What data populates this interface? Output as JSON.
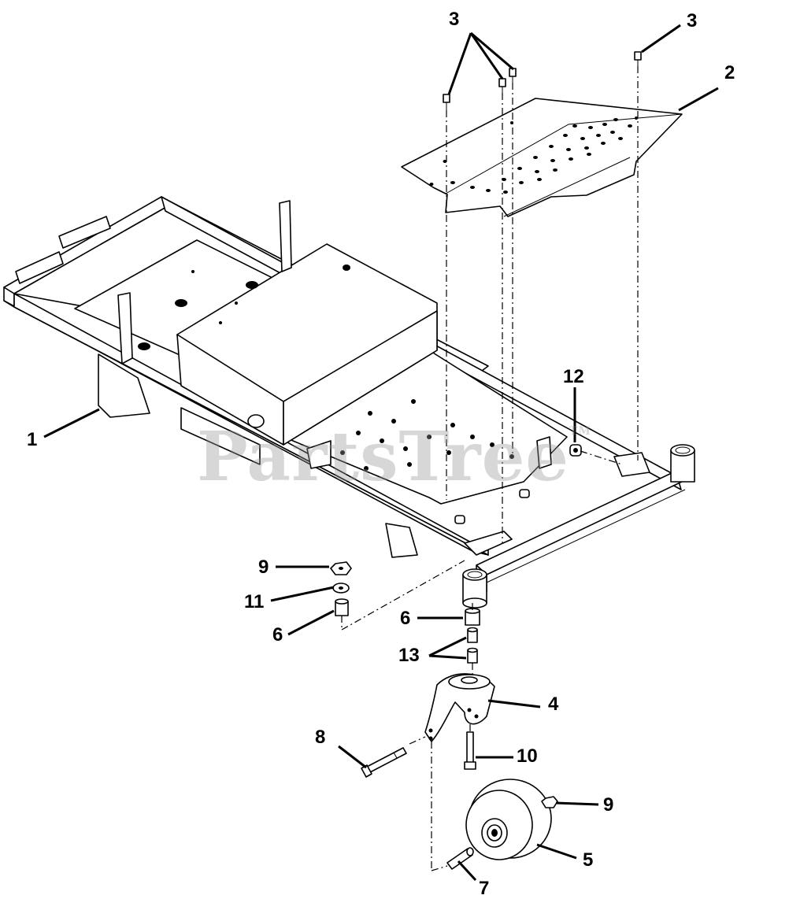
{
  "watermark": {
    "text": "PartsTree",
    "mark": "TM"
  },
  "callouts": {
    "c1": "1",
    "c2": "2",
    "c3a": "3",
    "c3b": "3",
    "c4": "4",
    "c5": "5",
    "c6a": "6",
    "c6b": "6",
    "c7": "7",
    "c8": "8",
    "c9a": "9",
    "c9b": "9",
    "c10": "10",
    "c11": "11",
    "c12": "12",
    "c13": "13"
  }
}
